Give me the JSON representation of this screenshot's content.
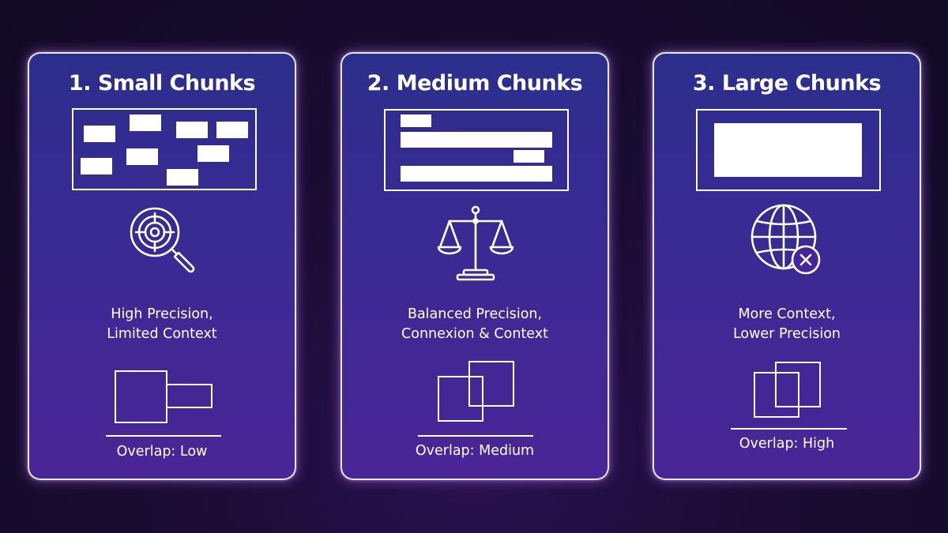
{
  "cards": [
    {
      "title": "1. Small Chunks",
      "description_line1": "High Precision,",
      "description_line2": "Limited Context",
      "icon": "target-magnifier-icon",
      "overlap_label": "Overlap: Low"
    },
    {
      "title": "2. Medium Chunks",
      "description_line1": "Balanced Precision,",
      "description_line2": "Connexion & Context",
      "icon": "balance-scale-icon",
      "overlap_label": "Overlap: Medium"
    },
    {
      "title": "3. Large Chunks",
      "description_line1": "More Context,",
      "description_line2": "Lower Precision",
      "icon": "globe-x-icon",
      "overlap_label": "Overlap: High"
    }
  ],
  "colors": {
    "background": "#120a24",
    "card_top": "#2c2e8c",
    "card_bottom": "#4a2596",
    "glow": "#be78ff",
    "foreground": "#ffffff"
  }
}
